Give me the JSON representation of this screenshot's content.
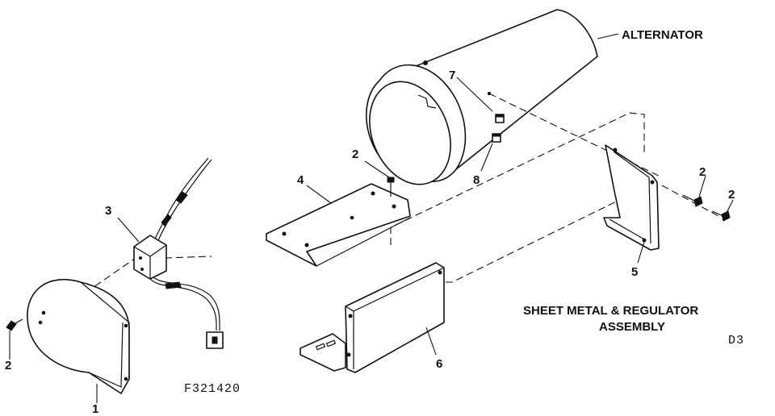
{
  "labels": {
    "alternator": "ALTERNATOR",
    "assembly_title_line1": "SHEET METAL & REGULATOR",
    "assembly_title_line2": "ASSEMBLY",
    "figure_code": "F321420",
    "page_code": "D3"
  },
  "callouts": {
    "c1": "1",
    "c2_left": "2",
    "c2_top": "2",
    "c2_right_a": "2",
    "c2_right_b": "2",
    "c3": "3",
    "c4": "4",
    "c5": "5",
    "c6": "6",
    "c7": "7",
    "c8": "8"
  }
}
